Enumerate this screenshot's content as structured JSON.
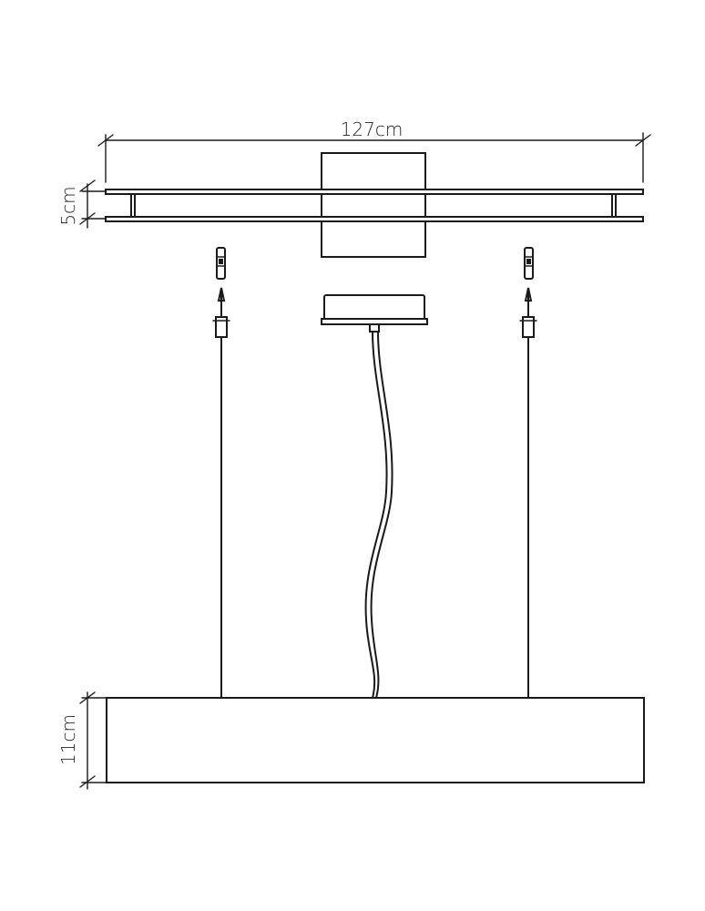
{
  "dimensions": {
    "width_label": "127cm",
    "top_height_label": "5cm",
    "bottom_height_label": "11cm"
  }
}
